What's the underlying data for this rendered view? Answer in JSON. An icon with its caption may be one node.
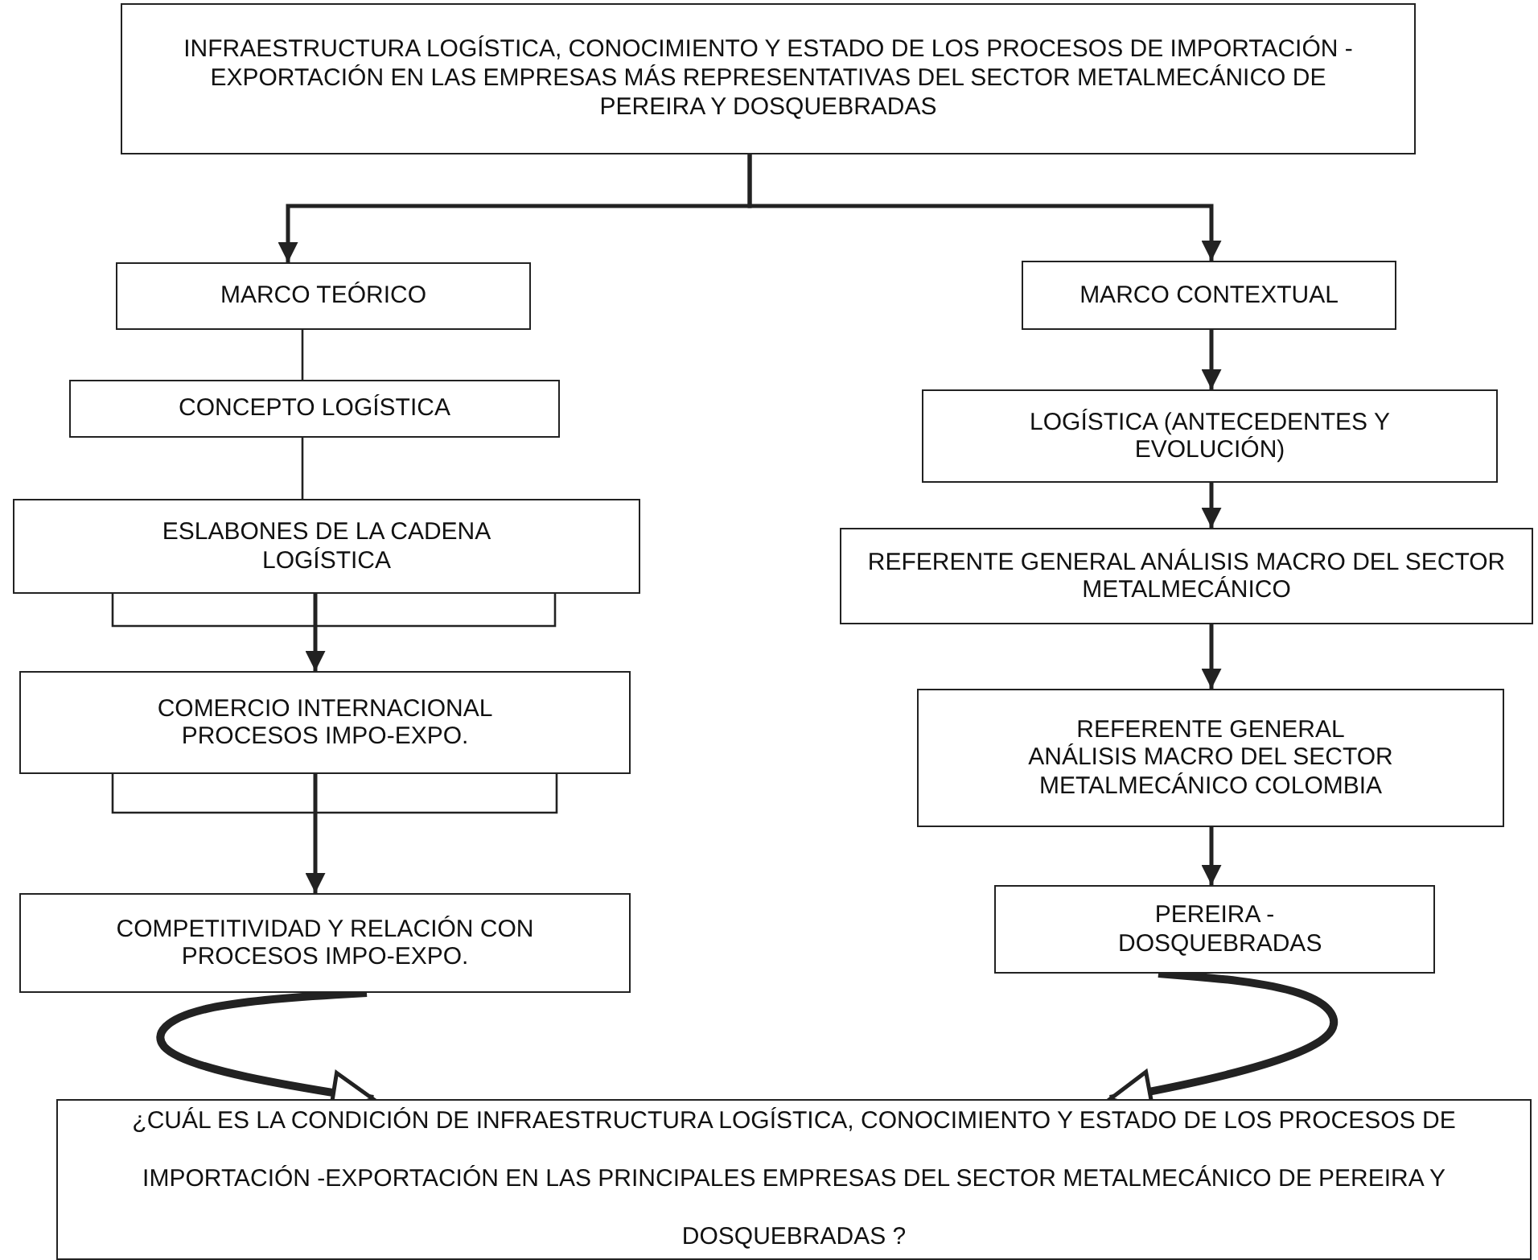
{
  "diagram": {
    "nodes": [
      {
        "text": [
          "INFRAESTRUCTURA LOGÍSTICA, CONOCIMIENTO Y ESTADO DE LOS PROCESOS DE IMPORTACIÓN - EXPORTACIÓN EN LAS EMPRESAS MÁS REPRESENTATIVAS DEL SECTOR METALMECÁNICO DE PEREIRA Y DOSQUEBRADAS"
        ]
      },
      {
        "text": [
          "MARCO TEÓRICO"
        ]
      },
      {
        "text": [
          "CONCEPTO LOGÍSTICA"
        ]
      },
      {
        "text": [
          "ESLABONES DE LA CADENA LOGÍSTICA"
        ]
      },
      {
        "text": [
          "COMERCIO INTERNACIONAL PROCESOS IMPO-EXPO."
        ]
      },
      {
        "text": [
          "COMPETITIVIDAD Y RELACIÓN CON PROCESOS IMPO-EXPO."
        ]
      },
      {
        "text": [
          "MARCO CONTEXTUAL"
        ]
      },
      {
        "text": [
          "LOGÍSTICA (ANTECEDENTES Y EVOLUCIÓN)"
        ]
      },
      {
        "text": [
          "REFERENTE GENERAL ANÁLISIS MACRO DEL SECTOR METALMECÁNICO"
        ]
      },
      {
        "text": [
          "REFERENTE GENERAL ANÁLISIS MACRO DEL SECTOR METALMECÁNICO COLOMBIA"
        ]
      },
      {
        "text": [
          "PEREIRA - DOSQUEBRADAS"
        ]
      },
      {
        "text": [
          "¿CUÁL ES LA CONDICIÓN DE INFRAESTRUCTURA LOGÍSTICA, CONOCIMIENTO Y ESTADO DE LOS PROCESOS DE IMPORTACIÓN -EXPORTACIÓN EN LAS PRINCIPALES EMPRESAS DEL SECTOR METALMECÁNICO DE PEREIRA Y DOSQUEBRADAS ?"
        ]
      }
    ],
    "edges": [
      {
        "from": 0,
        "to": 1,
        "arrow": "to"
      },
      {
        "from": 0,
        "to": 6,
        "arrow": "to"
      },
      {
        "from": 1,
        "to": 2,
        "arrow": "none"
      },
      {
        "from": 2,
        "to": 3,
        "arrow": "none"
      },
      {
        "from": 3,
        "to": 4,
        "arrow": "to"
      },
      {
        "from": 4,
        "to": 5,
        "arrow": "to"
      },
      {
        "from": 6,
        "to": 7,
        "arrow": "to"
      },
      {
        "from": 7,
        "to": 8,
        "arrow": "to"
      },
      {
        "from": 8,
        "to": 9,
        "arrow": "to"
      },
      {
        "from": 9,
        "to": 10,
        "arrow": "to"
      },
      {
        "from": 5,
        "to": 11,
        "arrow": "to",
        "style": "thick"
      },
      {
        "from": 10,
        "to": 11,
        "arrow": "to",
        "style": "thick"
      }
    ]
  }
}
